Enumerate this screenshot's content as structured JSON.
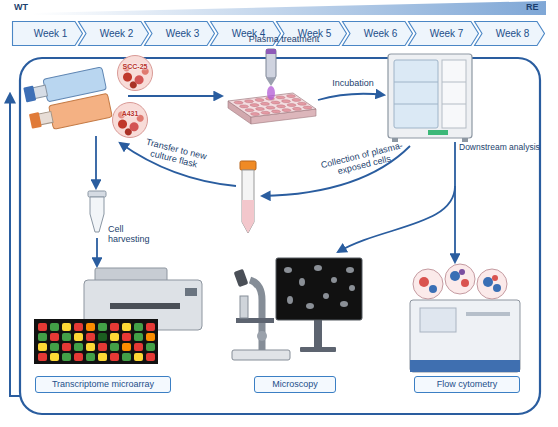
{
  "diagram": {
    "nodes": [
      {
        "text": [
          "Week 1"
        ]
      },
      {
        "text": [
          "Week 2"
        ]
      },
      {
        "text": [
          "Week 3"
        ]
      },
      {
        "text": [
          "Week 4"
        ]
      },
      {
        "text": [
          "Week 5"
        ]
      },
      {
        "text": [
          "Week 6"
        ]
      },
      {
        "text": [
          "Week 7"
        ]
      },
      {
        "text": [
          "Week 8"
        ]
      },
      {
        "text": [
          "SCC-25"
        ]
      },
      {
        "text": [
          "A431"
        ]
      },
      {
        "text": [
          "Transcriptome microarray"
        ]
      },
      {
        "text": [
          "Microscopy"
        ]
      },
      {
        "text": [
          "Flow cytometry"
        ]
      }
    ],
    "labels": [
      "WT",
      "RE",
      "Plasma treatment",
      "Incubation",
      "Transfer to new culture flask",
      "Collection of plasma-exposed cells",
      "Cell harvesting",
      "Downstream analysis"
    ]
  }
}
